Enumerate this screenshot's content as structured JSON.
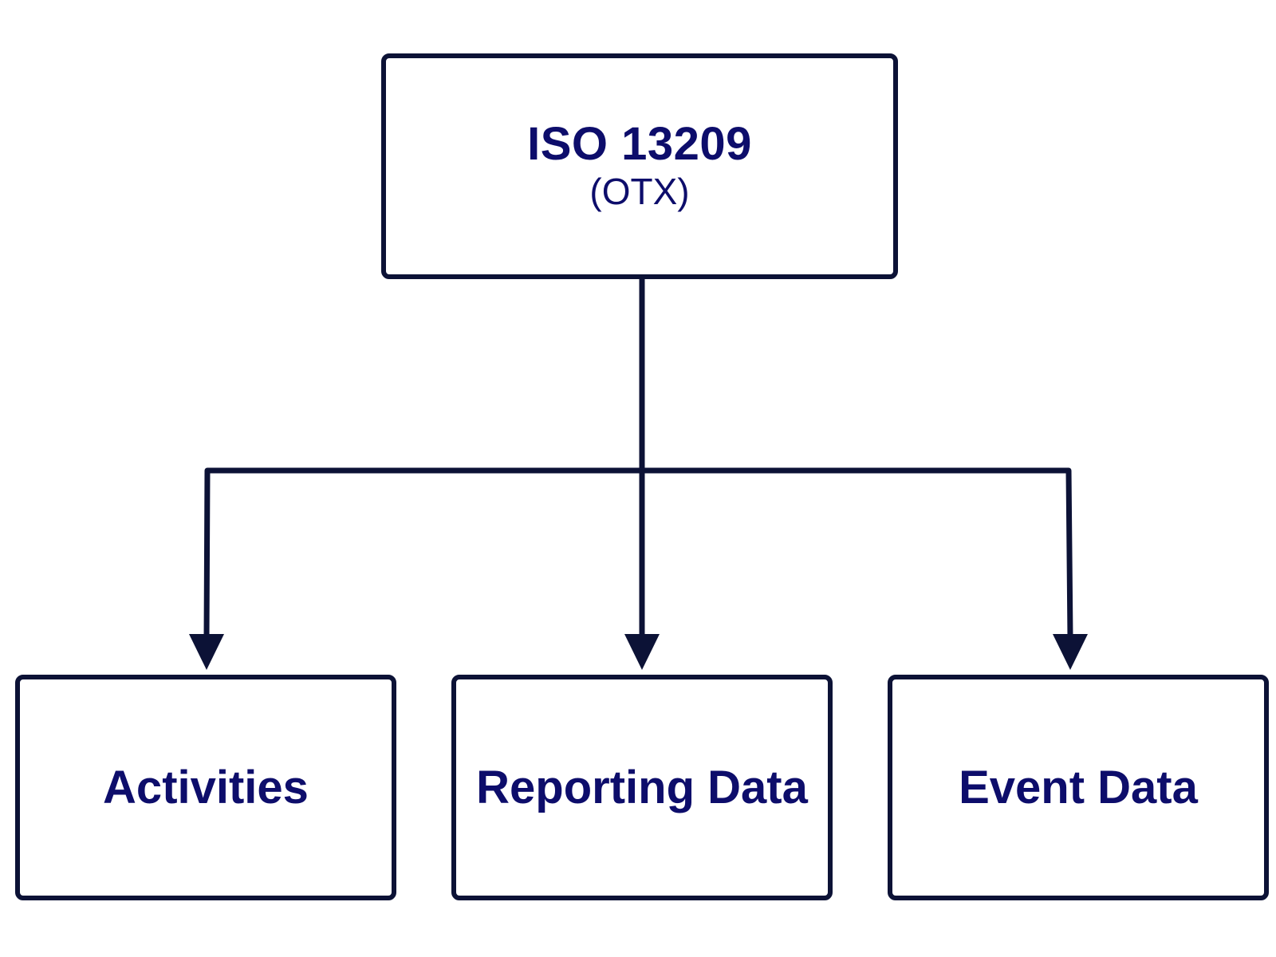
{
  "root": {
    "title": "ISO 13209",
    "subtitle": "(OTX)"
  },
  "children": [
    {
      "label": "Activities"
    },
    {
      "label": "Reporting Data"
    },
    {
      "label": "Event Data"
    }
  ],
  "colors": {
    "line": "#0c1236",
    "text": "#0d0d6b",
    "background": "#ffffff"
  }
}
